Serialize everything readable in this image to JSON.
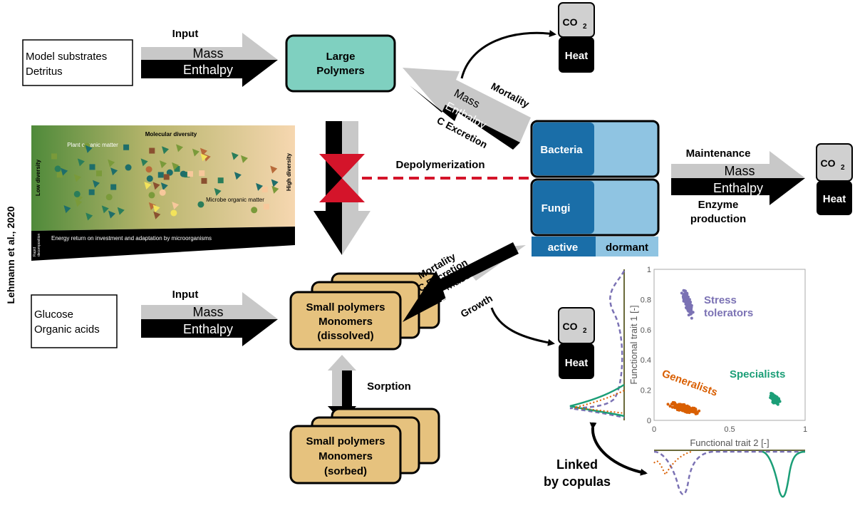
{
  "side_citation": "Lehmann et al., 2020",
  "inputs": {
    "top_label": "Input",
    "top_sources": [
      "Model substrates",
      "Detritus"
    ],
    "bottom_label": "Input",
    "bottom_sources": [
      "Glucose",
      "Organic acids"
    ],
    "mass": "Mass",
    "enthalpy": "Enthalpy"
  },
  "pools": {
    "large_polymers": [
      "Large",
      "Polymers"
    ],
    "dissolved": [
      "Small polymers",
      "Monomers",
      "(dissolved)"
    ],
    "sorbed": [
      "Small polymers",
      "Monomers",
      "(sorbed)"
    ]
  },
  "flows": {
    "mortality_top": "Mortality",
    "mass": "Mass",
    "enthalpy": "Enthalpy",
    "c_excretion": "C Excretion",
    "depolymerization": "Depolymerization",
    "maintenance": "Maintenance",
    "enzyme_production": [
      "Enzyme",
      "production"
    ],
    "mortality_bottom": "Mortality",
    "c_excretion_bottom": "C Excretion",
    "growth": "Growth",
    "sorption": "Sorption"
  },
  "outputs": {
    "co2": "CO",
    "co2_sub": "2",
    "heat": "Heat"
  },
  "microbes": {
    "bacteria": "Bacteria",
    "fungi": "Fungi",
    "active": "active",
    "dormant": "dormant"
  },
  "diversity_panel": {
    "title": "Molecular diversity",
    "low": "Low diversity",
    "high": "High diversity",
    "plant": "Plant organic matter",
    "microbe": "Microbe organic matter",
    "bottom": "Energy return on investment and adaptation by microorganisms",
    "rapid": [
      "Rapid",
      "decomposition"
    ]
  },
  "trait_plot": {
    "xlabel": "Functional trait 2 [-]",
    "ylabel": "Functional trait 1 [-]",
    "xticks": [
      "0",
      "0.5",
      "1"
    ],
    "yticks": [
      "0",
      "0.2",
      "0.4",
      "0.6",
      "0.8",
      "1"
    ],
    "groups": [
      "Stress",
      "tolerators",
      "Generalists",
      "Specialists"
    ],
    "colors": {
      "stress": "#7b72b4",
      "generalists": "#d95f02",
      "specialists": "#1b9e77"
    }
  },
  "copula_label": [
    "Linked",
    "by copulas"
  ]
}
